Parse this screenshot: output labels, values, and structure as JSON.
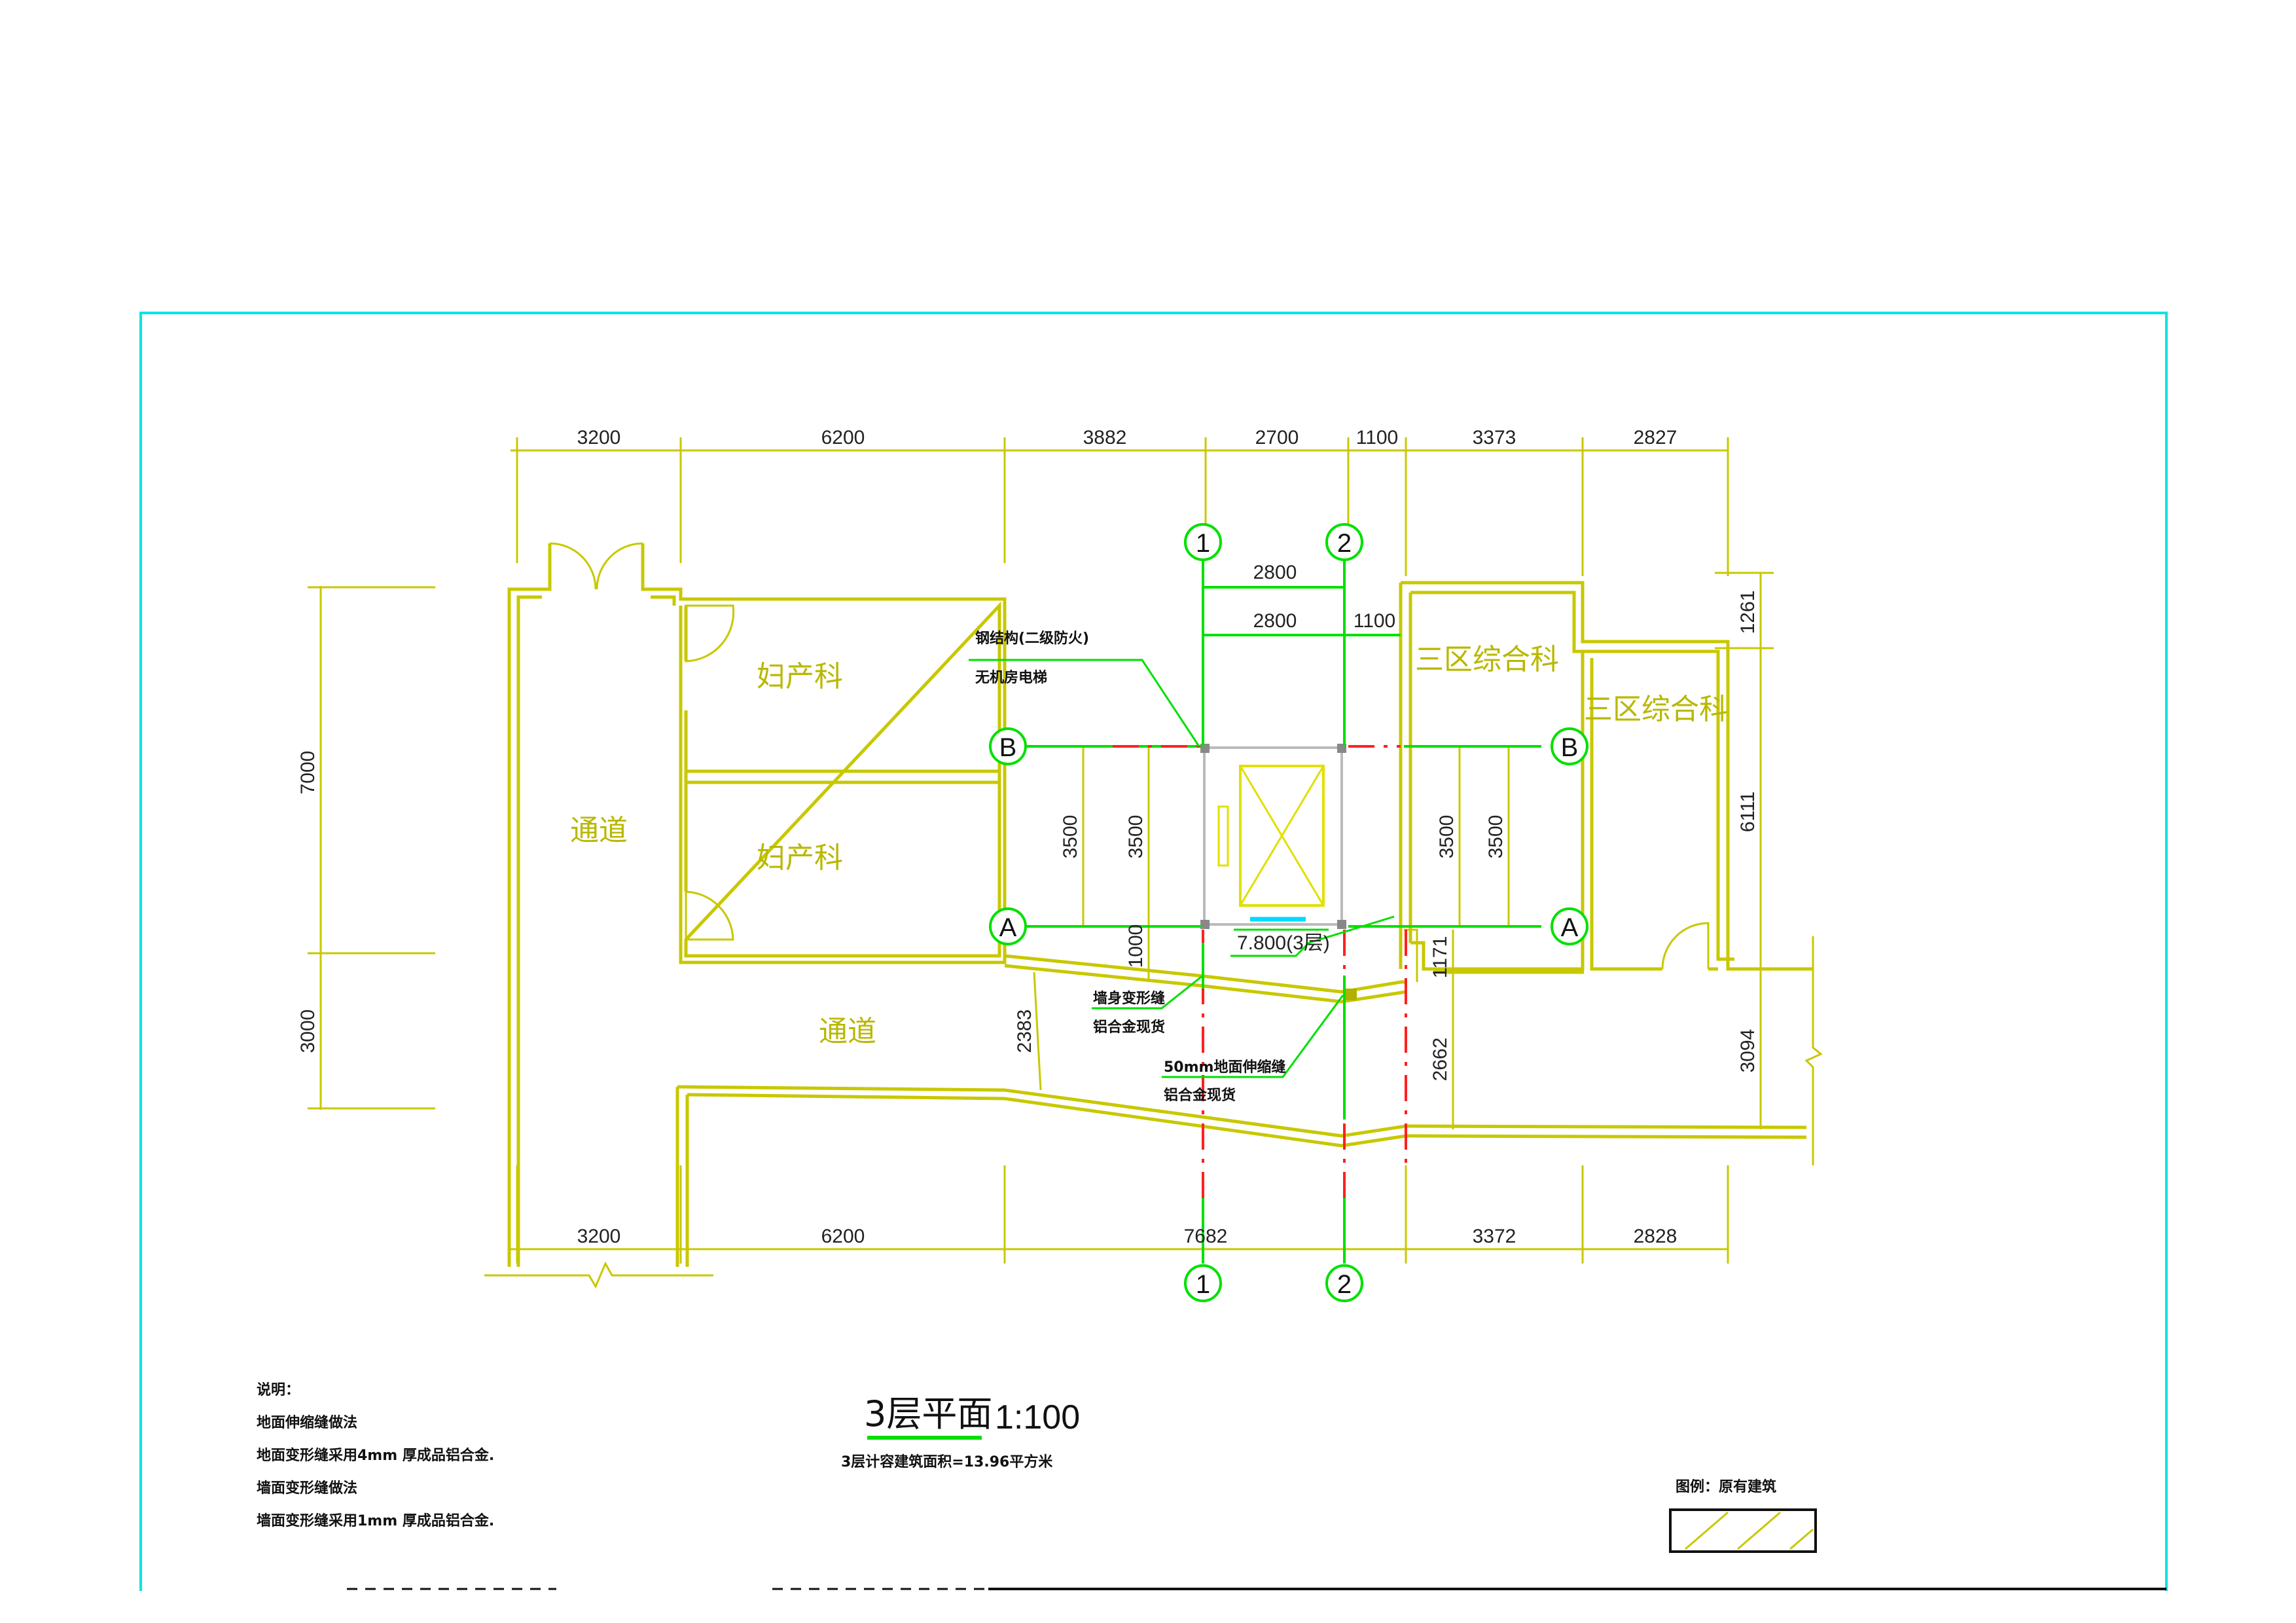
{
  "drawing": {
    "title": "3层平面",
    "scale": "1:100",
    "area_note": "3层计容建筑面积=13.96平方米",
    "legend_label": "图例：原有建筑"
  },
  "notes": [
    "说明：",
    "地面伸缩缝做法",
    "地面变形缝采用4mm 厚成品铝合金.",
    "墙面变形缝做法",
    "墙面变形缝采用1mm 厚成品铝合金."
  ],
  "rooms": {
    "obgyn_upper": "妇产科",
    "obgyn_lower": "妇产科",
    "corridor_left": "通道",
    "corridor_lower": "通道",
    "general_upper": "三区综合科",
    "general_right": "三区综合科"
  },
  "annotations": {
    "elevator_line1": "钢结构(二级防火)",
    "elevator_line2": "无机房电梯",
    "floor_level": "7.800(3层)",
    "wall_joint_line1": "墙身变形缝",
    "wall_joint_line2": "铝合金现货",
    "floor_joint_line1": "50mm地面伸缩缝",
    "floor_joint_line2": "铝合金现货"
  },
  "axes": {
    "col_1_top": "1",
    "col_2_top": "2",
    "col_1_bottom": "1",
    "col_2_bottom": "2",
    "row_b_left": "B",
    "row_a_left": "A",
    "row_b_right": "B",
    "row_a_right": "A"
  },
  "dimensions": {
    "top": [
      "3200",
      "6200",
      "3882",
      "2700",
      "1100",
      "3373",
      "2827"
    ],
    "bottom": [
      "3200",
      "6200",
      "7682",
      "3372",
      "2828"
    ],
    "top_inner_2800_a": "2800",
    "top_inner_2800_b": "2800",
    "top_inner_1100": "1100",
    "left_7000": "7000",
    "left_3000": "3000",
    "left_3500_a": "3500",
    "left_3500_b": "3500",
    "left_1000": "1000",
    "corridor_2383": "2383",
    "right_3500_a": "3500",
    "right_3500_b": "3500",
    "right_1171": "1171",
    "right_2662": "2662",
    "far_right_1261": "1261",
    "far_right_6111": "6111",
    "far_right_3094": "3094"
  }
}
